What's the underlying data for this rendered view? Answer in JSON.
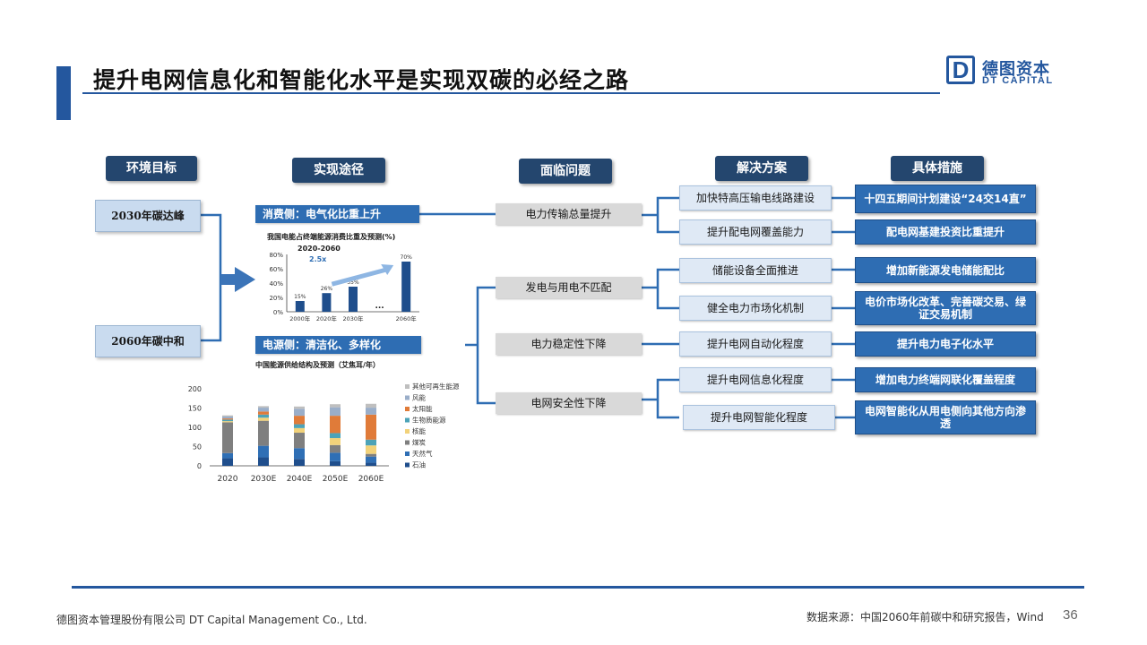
{
  "title": "提升电网信息化和智能化水平是实现双碳的必经之路",
  "logo": {
    "mark": "D",
    "cn": "德图资本",
    "en": "DT CAPITAL"
  },
  "headers": {
    "goal": "环境目标",
    "path": "实现途径",
    "issue": "面临问题",
    "solution": "解决方案",
    "measure": "具体措施"
  },
  "goals": [
    "2030年碳达峰",
    "2060年碳中和"
  ],
  "paths": {
    "consumption": "消费侧：电气化比重上升",
    "supply": "电源侧：清洁化、多样化"
  },
  "issues": [
    "电力传输总量提升",
    "发电与用电不匹配",
    "电力稳定性下降",
    "电网安全性下降"
  ],
  "solutions": [
    "加快特高压输电线路建设",
    "提升配电网覆盖能力",
    "储能设备全面推进",
    "健全电力市场化机制",
    "提升电网自动化程度",
    "提升电网信息化程度",
    "提升电网智能化程度"
  ],
  "measures": [
    "十四五期间计划建设“24交14直”",
    "配电网基建投资比重提升",
    "增加新能源发电储能配比",
    "电价市场化改革、完善碳交易、绿证交易机制",
    "提升电力电子化水平",
    "增加电力终端网联化覆盖程度",
    "电网智能化从用电侧向其他方向渗透"
  ],
  "chart_data": [
    {
      "type": "bar",
      "title": "我国电能占终端能源消费比重及预测(%)",
      "categories": [
        "2000年",
        "2020年",
        "2030年",
        "...",
        "2060年"
      ],
      "values": [
        15,
        26,
        35,
        null,
        70
      ],
      "value_labels": [
        "15%",
        "26%",
        "35%",
        "",
        "70%"
      ],
      "yticks": [
        "0%",
        "20%",
        "40%",
        "60%",
        "80%"
      ],
      "ylim": [
        0,
        80
      ],
      "annotation": {
        "period": "2020-2060",
        "growth": "2.5x"
      },
      "color": "#1f4e8c"
    },
    {
      "type": "bar",
      "stacked": true,
      "title": "中国能源供给结构及预测（艾焦耳/年）",
      "categories": [
        "2020",
        "2030E",
        "2040E",
        "2050E",
        "2060E"
      ],
      "yticks": [
        "0",
        "50",
        "100",
        "150",
        "200"
      ],
      "ylim": [
        0,
        200
      ],
      "series": [
        {
          "name": "石油",
          "color": "#1f4e8c",
          "values": [
            20,
            22,
            18,
            12,
            8
          ]
        },
        {
          "name": "天然气",
          "color": "#2f6fb5",
          "values": [
            13,
            30,
            28,
            22,
            16
          ]
        },
        {
          "name": "煤炭",
          "color": "#7f7f7f",
          "values": [
            80,
            65,
            40,
            20,
            7
          ]
        },
        {
          "name": "核能",
          "color": "#f2d27a",
          "values": [
            3,
            8,
            12,
            18,
            22
          ]
        },
        {
          "name": "生物质能源",
          "color": "#4da3b8",
          "values": [
            4,
            8,
            10,
            13,
            15
          ]
        },
        {
          "name": "太阳能",
          "color": "#e07b39",
          "values": [
            3,
            8,
            22,
            45,
            65
          ]
        },
        {
          "name": "风能",
          "color": "#9aaec9",
          "values": [
            5,
            10,
            18,
            22,
            18
          ]
        },
        {
          "name": "其他可再生能源",
          "color": "#bfbfbf",
          "values": [
            3,
            4,
            6,
            8,
            10
          ]
        }
      ]
    }
  ],
  "footer": {
    "left": "德图资本管理股份有限公司  DT Capital Management  Co., Ltd.",
    "right": "数据来源：中国2060年前碳中和研究报告，Wind",
    "page": "36"
  }
}
